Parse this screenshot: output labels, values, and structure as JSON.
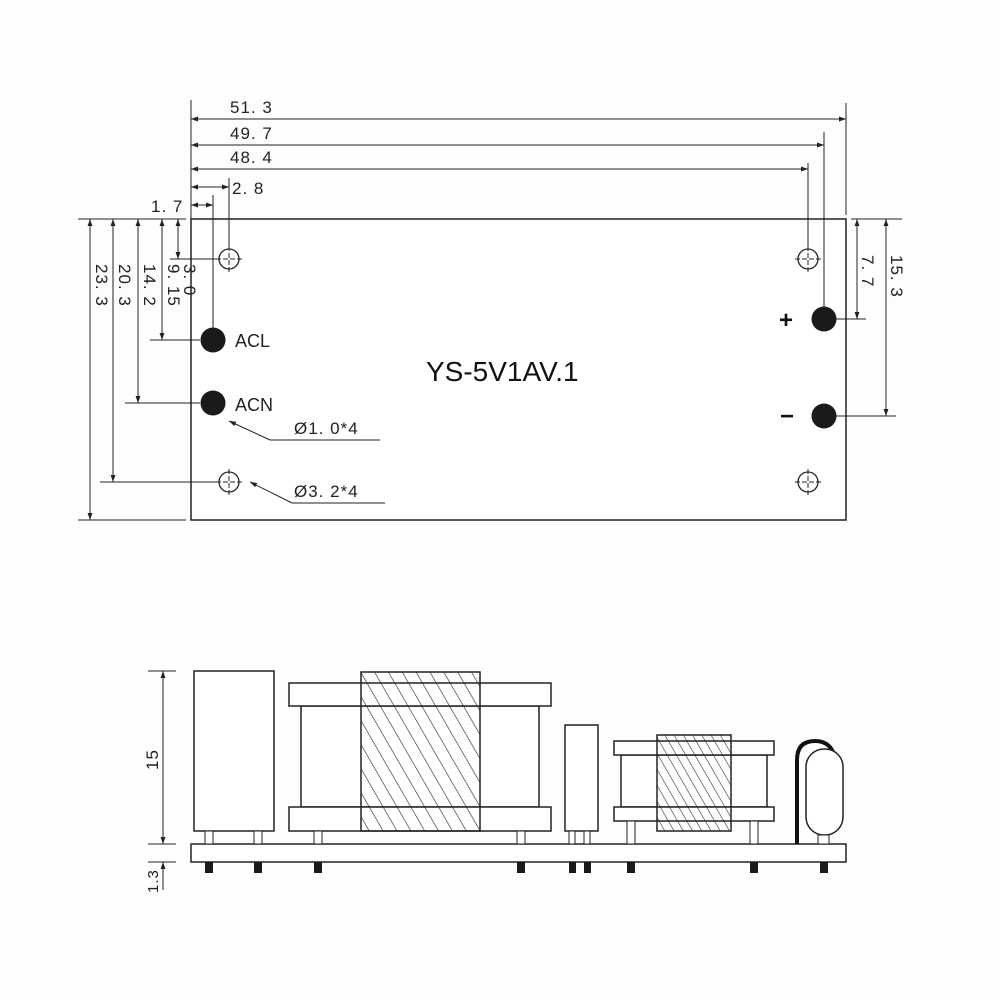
{
  "title": "YS-5V1AV.1",
  "colors": {
    "line": "#222222",
    "pin_fill": "#1a1a1a",
    "background": "#fdfdfd"
  },
  "top_view": {
    "horizontal_dimensions": [
      {
        "label": "51. 3",
        "value_mm": 51.3
      },
      {
        "label": "49. 7",
        "value_mm": 49.7
      },
      {
        "label": "48. 4",
        "value_mm": 48.4
      },
      {
        "label": "2. 8",
        "value_mm": 2.8
      },
      {
        "label": "1. 7",
        "value_mm": 1.7
      }
    ],
    "left_vertical_dimensions": [
      {
        "label": "23. 3",
        "value_mm": 23.3
      },
      {
        "label": "20. 3",
        "value_mm": 20.3
      },
      {
        "label": "14. 2",
        "value_mm": 14.2
      },
      {
        "label": "9. 15",
        "value_mm": 9.15
      },
      {
        "label": "3. 0",
        "value_mm": 3.0
      }
    ],
    "right_vertical_dimensions": [
      {
        "label": "7. 7",
        "value_mm": 7.7
      },
      {
        "label": "15. 3",
        "value_mm": 15.3
      }
    ],
    "pins": [
      {
        "label": "ACL"
      },
      {
        "label": "ACN"
      },
      {
        "label": "+"
      },
      {
        "label": "−"
      }
    ],
    "callouts": {
      "pin_hole": "Ø1. 0*4",
      "mount_hole": "Ø3. 2*4"
    }
  },
  "side_view": {
    "height_dimension": {
      "label": "15",
      "value_mm": 15
    },
    "board_dimension": {
      "label": "1.3",
      "value_mm": 1.3
    }
  }
}
